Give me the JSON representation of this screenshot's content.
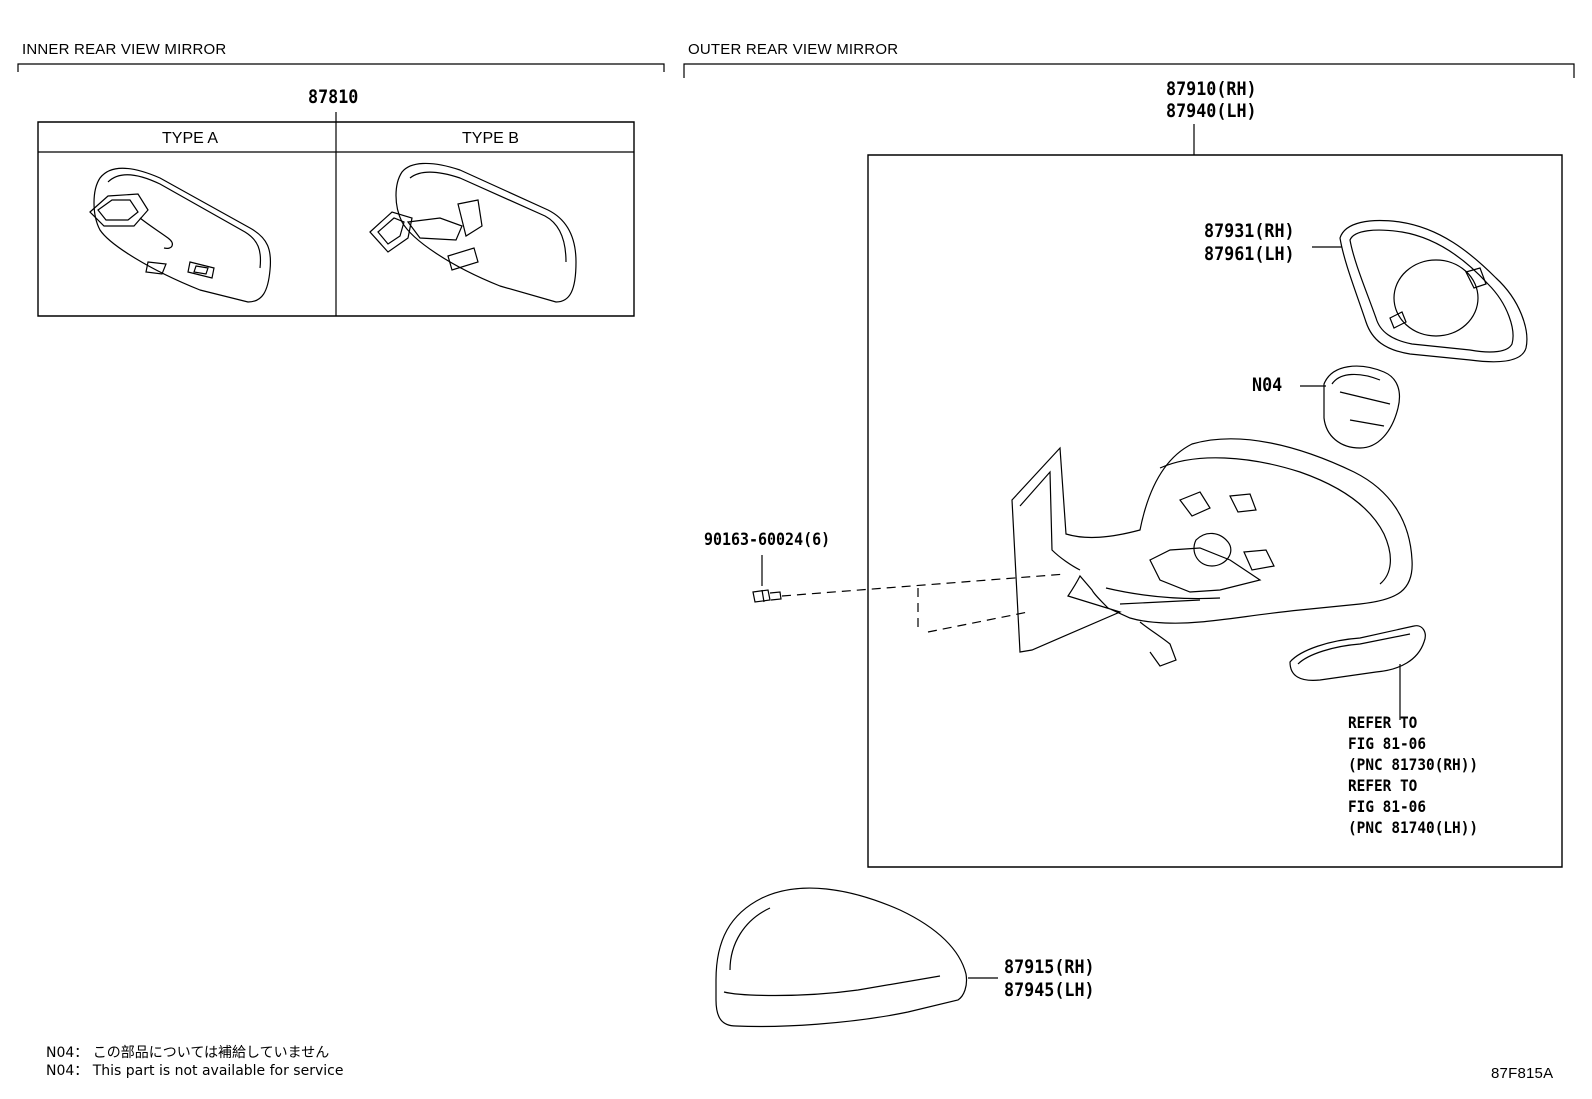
{
  "sections": {
    "inner": {
      "title": "INNER REAR VIEW MIRROR"
    },
    "outer": {
      "title": "OUTER REAR VIEW MIRROR"
    }
  },
  "inner_mirror": {
    "part_number": "87810",
    "type_a": "TYPE A",
    "type_b": "TYPE B"
  },
  "outer_mirror": {
    "assembly_rh": "87910(RH)",
    "assembly_lh": "87940(LH)",
    "glass_rh": "87931(RH)",
    "glass_lh": "87961(LH)",
    "motor_code": "N04",
    "screw": "90163-60024(6)",
    "refer_lines": [
      "REFER TO",
      "FIG 81-06",
      "(PNC 81730(RH))",
      "REFER TO",
      "FIG 81-06",
      "(PNC 81740(LH))"
    ],
    "cover_rh": "87915(RH)",
    "cover_lh": "87945(LH)"
  },
  "notes": {
    "jp": "N04： この部品については補給していません",
    "en": "N04： This part is not available for service"
  },
  "figure_code": "87F815A"
}
